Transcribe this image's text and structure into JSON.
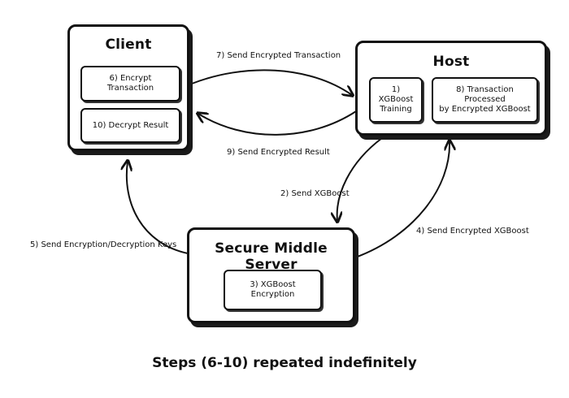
{
  "nodes": {
    "client": {
      "title": "Client",
      "items": [
        "6) Encrypt Transaction",
        "10) Decrypt Result"
      ]
    },
    "host": {
      "title": "Host",
      "items": [
        "1) XGBoost\nTraining",
        "8) Transaction Processed\nby Encrypted XGBoost"
      ]
    },
    "server": {
      "title": "Secure Middle Server",
      "items": [
        "3) XGBoost Encryption"
      ]
    }
  },
  "edges": {
    "send_encrypted_transaction": "7) Send Encrypted Transaction",
    "send_encrypted_result": "9) Send Encrypted Result",
    "send_xgboost": "2) Send XGBoost",
    "send_encrypted_xgboost": "4) Send Encrypted XGBoost",
    "send_keys": "5) Send Encryption/Decryption Keys"
  },
  "footer": "Steps (6-10) repeated indefinitely"
}
